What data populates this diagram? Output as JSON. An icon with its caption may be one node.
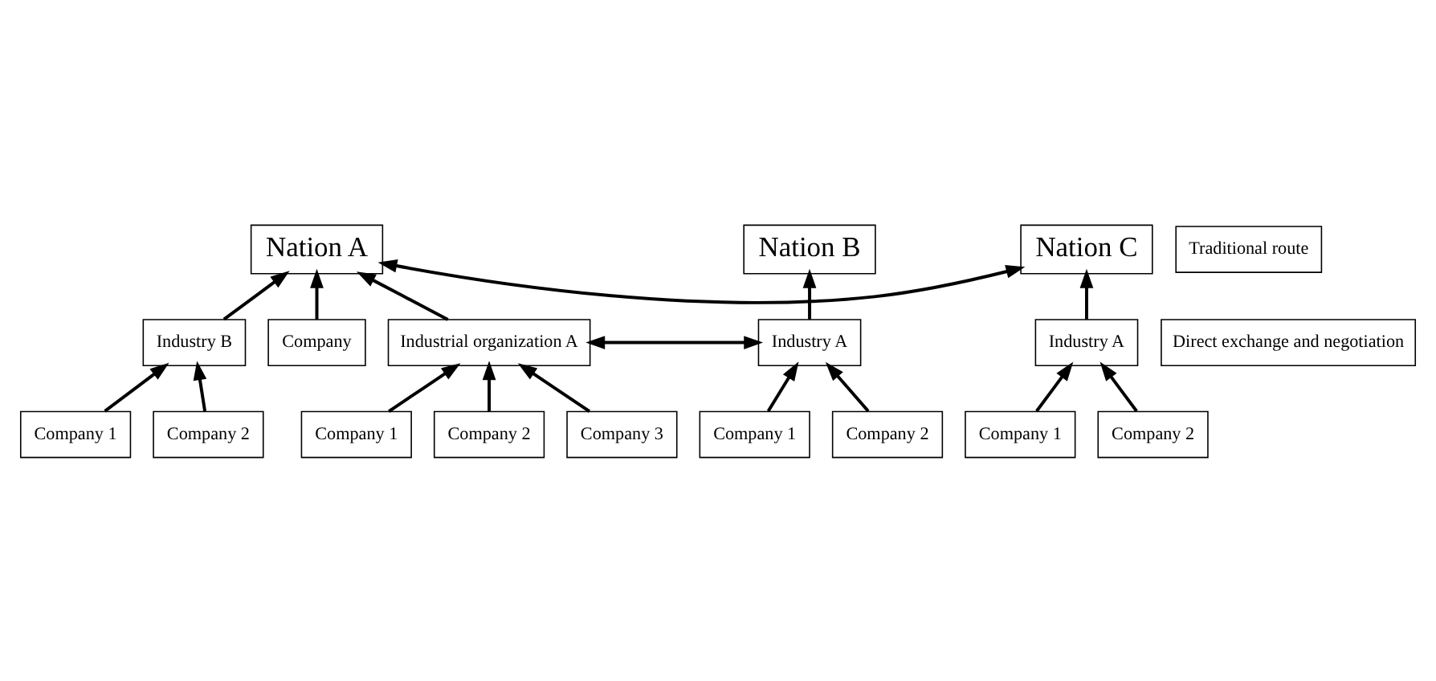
{
  "diagram": {
    "nodes": [
      {
        "text": [
          "Nation A"
        ]
      },
      {
        "text": [
          "Traditional route"
        ]
      },
      {
        "text": [
          "Nation B"
        ]
      },
      {
        "text": [
          "Nation C"
        ]
      },
      {
        "text": [
          "Industry B"
        ]
      },
      {
        "text": [
          "Company"
        ]
      },
      {
        "text": [
          "Industrial organization A"
        ]
      },
      {
        "text": [
          "Direct exchange and negotiation"
        ]
      },
      {
        "text": [
          "Industry A"
        ]
      },
      {
        "text": [
          "Industry A"
        ]
      },
      {
        "text": [
          "Company 1"
        ]
      },
      {
        "text": [
          "Company 2"
        ]
      },
      {
        "text": [
          "Company 1"
        ]
      },
      {
        "text": [
          "Company 2"
        ]
      },
      {
        "text": [
          "Company 3"
        ]
      },
      {
        "text": [
          "Company 1"
        ]
      },
      {
        "text": [
          "Company 2"
        ]
      },
      {
        "text": [
          "Company 1"
        ]
      },
      {
        "text": [
          "Company 2"
        ]
      }
    ],
    "edges": [
      {
        "from": 4,
        "to": 0,
        "arrow": "to"
      },
      {
        "from": 5,
        "to": 0,
        "arrow": "to"
      },
      {
        "from": 6,
        "to": 0,
        "arrow": "to"
      },
      {
        "from": 8,
        "to": 2,
        "arrow": "to"
      },
      {
        "from": 9,
        "to": 3,
        "arrow": "to"
      },
      {
        "from": 0,
        "to": 3,
        "arrow": "both"
      },
      {
        "from": 6,
        "to": 8,
        "arrow": "both"
      },
      {
        "from": 10,
        "to": 4,
        "arrow": "to"
      },
      {
        "from": 11,
        "to": 4,
        "arrow": "to"
      },
      {
        "from": 12,
        "to": 6,
        "arrow": "to"
      },
      {
        "from": 13,
        "to": 6,
        "arrow": "to"
      },
      {
        "from": 14,
        "to": 6,
        "arrow": "to"
      },
      {
        "from": 15,
        "to": 8,
        "arrow": "to"
      },
      {
        "from": 16,
        "to": 8,
        "arrow": "to"
      },
      {
        "from": 17,
        "to": 9,
        "arrow": "to"
      },
      {
        "from": 18,
        "to": 9,
        "arrow": "to"
      }
    ]
  }
}
